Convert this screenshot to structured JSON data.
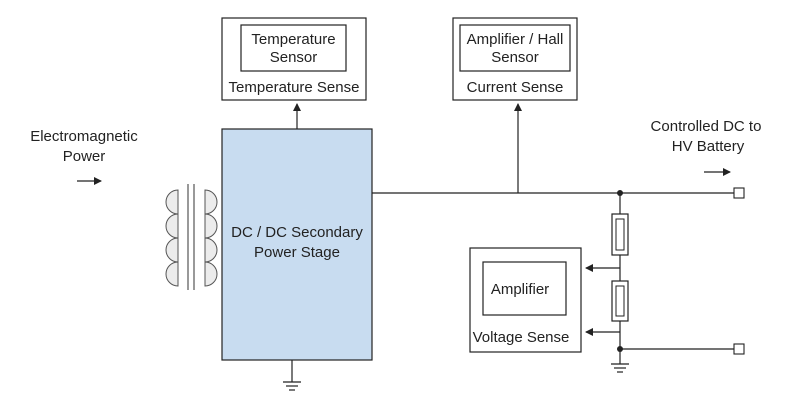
{
  "input": {
    "line1": "Electromagnetic",
    "line2": "Power"
  },
  "output": {
    "line1": "Controlled DC to",
    "line2": "HV Battery"
  },
  "power_stage": {
    "line1": "DC / DC Secondary",
    "line2": "Power Stage"
  },
  "temperature": {
    "inner_line1": "Temperature",
    "inner_line2": "Sensor",
    "caption": "Temperature Sense"
  },
  "current": {
    "inner_line1": "Amplifier / Hall",
    "inner_line2": "Sensor",
    "caption": "Current Sense"
  },
  "voltage": {
    "inner": "Amplifier",
    "caption": "Voltage Sense"
  },
  "colors": {
    "power_stage_fill": "#c8dcf0",
    "line": "#222222"
  }
}
